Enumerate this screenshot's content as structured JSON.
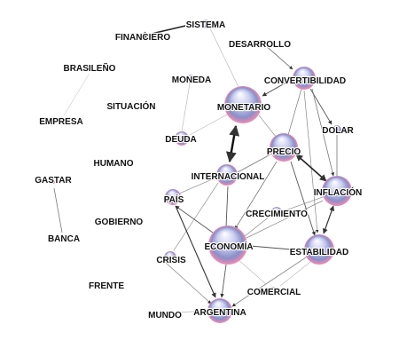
{
  "colors": {
    "node_light": "#ffffff",
    "node_mid": "#c9ccef",
    "node_dark": "#8a8fc8",
    "node_warm": "#f28ab0",
    "edge": "#555555"
  },
  "nodes": {
    "sistema": "SISTEMA",
    "financiero": "FINANCIERO",
    "desarrollo": "DESARROLLO",
    "brasileno": "BRASILEÑO",
    "moneda": "MONEDA",
    "convertibilidad": "CONVERTIBILIDAD",
    "situacion": "SITUACIÓN",
    "monetario": "MONETARIO",
    "empresa": "EMPRESA",
    "dolar": "DOLAR",
    "deuda": "DEUDA",
    "precio": "PRECIO",
    "humano": "HUMANO",
    "internacional": "INTERNACIONAL",
    "gastar": "GASTAR",
    "inflacion": "INFLACIÓN",
    "pais": "PAÍS",
    "crecimiento": "CRECIMIENTO",
    "gobierno": "GOBIERNO",
    "banca": "BANCA",
    "economia": "ECONOMÍA",
    "estabilidad": "ESTABILIDAD",
    "crisis": "CRISIS",
    "frente": "FRENTE",
    "comercial": "COMERCIAL",
    "mundo": "MUNDO",
    "argentina": "ARGENTINA"
  }
}
